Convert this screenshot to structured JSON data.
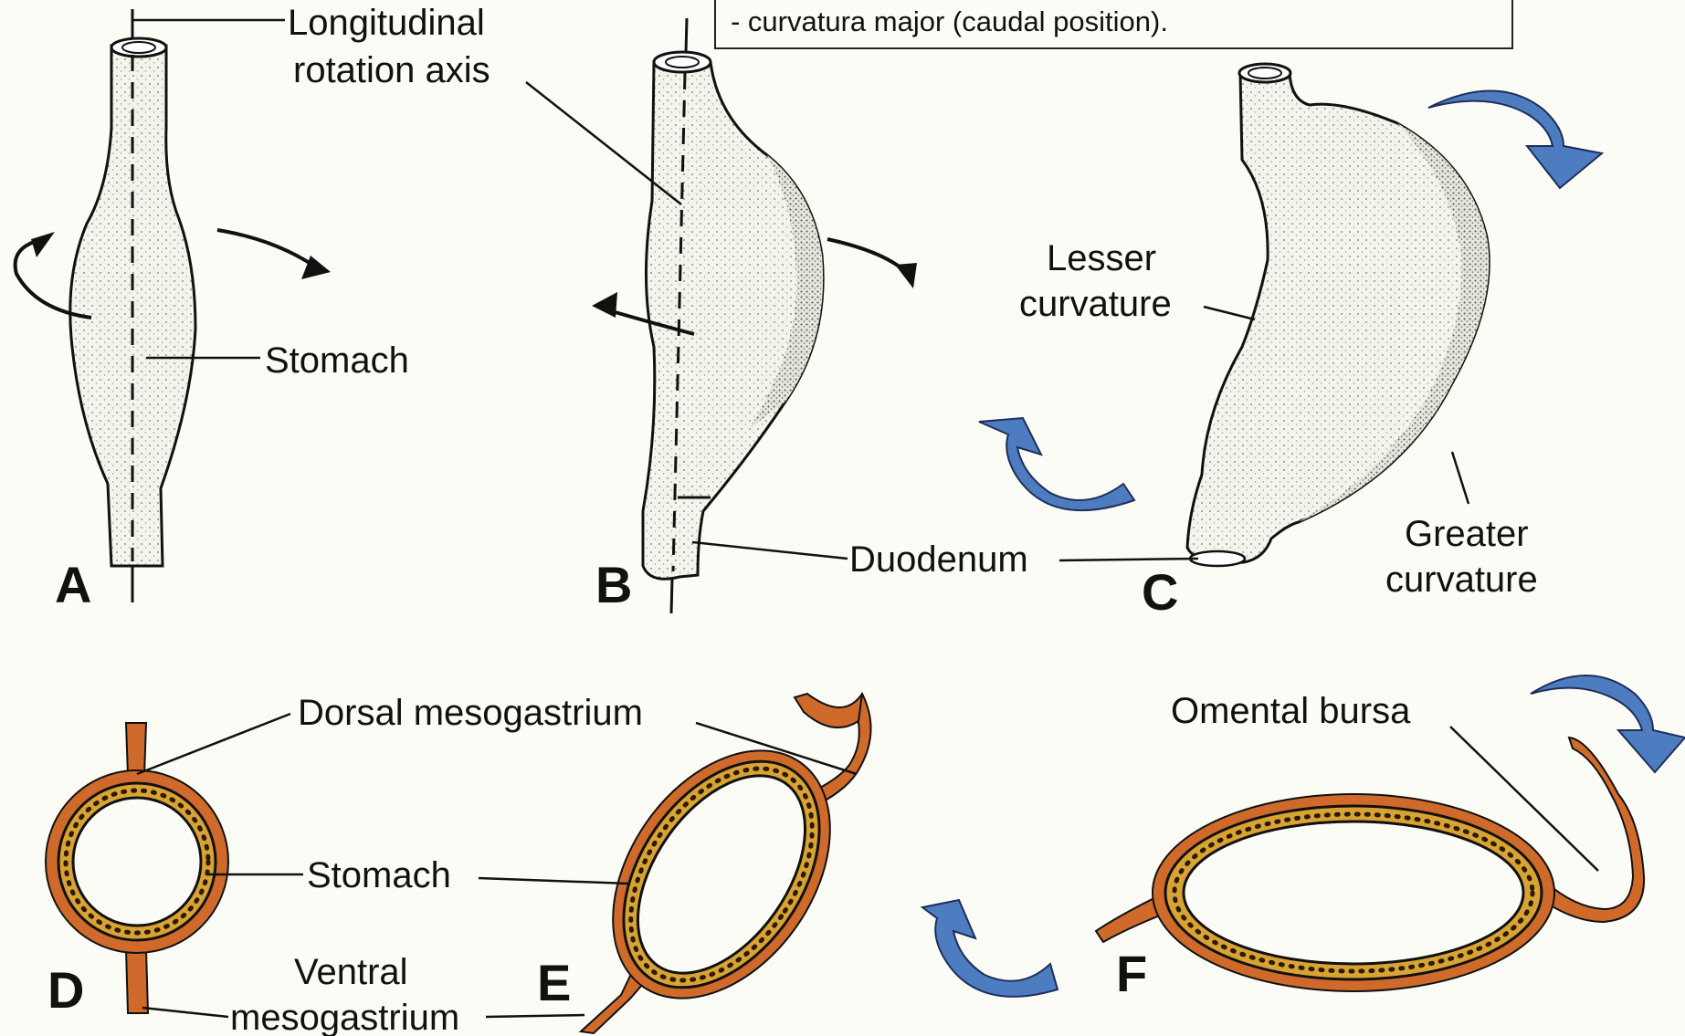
{
  "note": "- curvatura major (caudal position).",
  "labels": {
    "longitudinal": "Longitudinal",
    "rotation_axis": "rotation axis",
    "stomach_top": "Stomach",
    "lesser": "Lesser",
    "lesser_curvature": "curvature",
    "greater": "Greater",
    "greater_curvature": "curvature",
    "duodenum": "Duodenum",
    "dorsal_mesogastrium": "Dorsal mesogastrium",
    "stomach_bottom": "Stomach",
    "ventral": "Ventral",
    "ventral_mesogastrium": "mesogastrium",
    "omental_bursa": "Omental bursa"
  },
  "panels": [
    "A",
    "B",
    "C",
    "D",
    "E",
    "F"
  ],
  "colors": {
    "mesentery": "#cf6a2a",
    "stomach_wall": "#d9a334",
    "rotation_arrow": "#4e7cc0",
    "background": "#fcfcf6"
  }
}
